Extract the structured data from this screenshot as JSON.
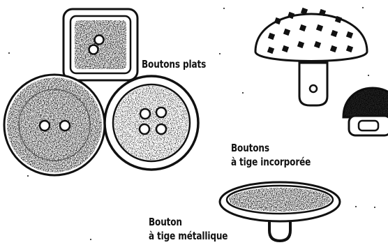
{
  "labels": {
    "flat_buttons": "Boutons plats",
    "integrated_shank_line1": "Boutons",
    "integrated_shank_line2": "à tige incorporée",
    "metal_shank_line1": "Bouton",
    "metal_shank_line2": "à tige métallique"
  },
  "colors": {
    "ink": "#111111",
    "paper": "#ffffff"
  }
}
